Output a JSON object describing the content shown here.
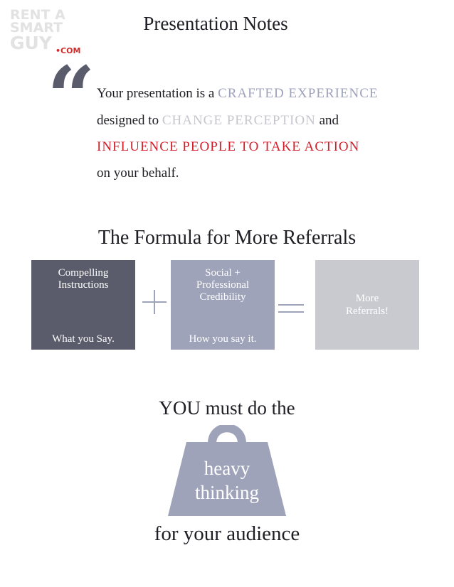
{
  "logo": {
    "line1": "RENT A",
    "line2": "SMART",
    "line3": "GUY",
    "suffix": "•COM"
  },
  "title": "Presentation Notes",
  "quote": {
    "line1_pre": "Your presentation is a ",
    "line1_accent": "CRAFTED EXPERIENCE",
    "line2_pre": "designed to ",
    "line2_accent": "CHANGE PERCEPTION",
    "line2_post": " and",
    "line3_accent": "INFLUENCE PEOPLE TO TAKE ACTION",
    "line4": "on your behalf."
  },
  "formula": {
    "title": "The Formula for More Referrals",
    "box1": {
      "line1": "Compelling",
      "line2": "Instructions",
      "bottom": "What you Say."
    },
    "box2": {
      "line1": "Social +",
      "line2": "Professional",
      "line3": "Credibility",
      "bottom": "How you say it."
    },
    "box3": {
      "line1": "More",
      "line2": "Referrals!"
    }
  },
  "closing": {
    "line1": "YOU must do the",
    "weight_line1": "heavy",
    "weight_line2": "thinking",
    "line2": "for your audience"
  },
  "colors": {
    "dark": "#5a5c6b",
    "mid": "#9fa3b9",
    "light": "#c9c9d0",
    "red": "#d21f2c"
  }
}
